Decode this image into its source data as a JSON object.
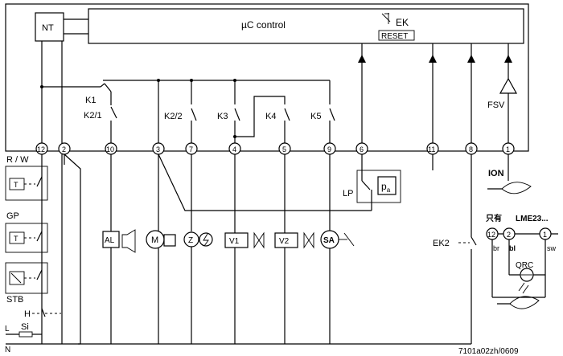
{
  "title": "µC control",
  "power_unit": "NT",
  "ek": {
    "label": "EK",
    "reset": "RESET"
  },
  "terminals": [
    "12",
    "2",
    "10",
    "3",
    "7",
    "4",
    "5",
    "9",
    "6",
    "11",
    "8",
    "1"
  ],
  "contacts": [
    "K1",
    "K2/1",
    "K2/2",
    "K3",
    "K4",
    "K5"
  ],
  "loads": {
    "al": "AL",
    "motor": "M",
    "ignition": "Z",
    "v1": "V1",
    "v2": "V2",
    "sa": "SA"
  },
  "lp": {
    "label": "LP",
    "pa": "p",
    "pa_sub": "a"
  },
  "fsv": "FSV",
  "ion": "ION",
  "left_devices": {
    "rw": "R / W",
    "gp": "GP",
    "stb": "STB",
    "h": "H",
    "si": "Si",
    "l": "L",
    "n": "N"
  },
  "lme": {
    "only": "只有",
    "model": "LME23...",
    "pins": [
      "12",
      "2",
      "1"
    ],
    "wires": [
      "br",
      "bl",
      "sw"
    ],
    "qrc": "QRC",
    "ek2": "EK2"
  },
  "footer": "7101a02zh/0609"
}
